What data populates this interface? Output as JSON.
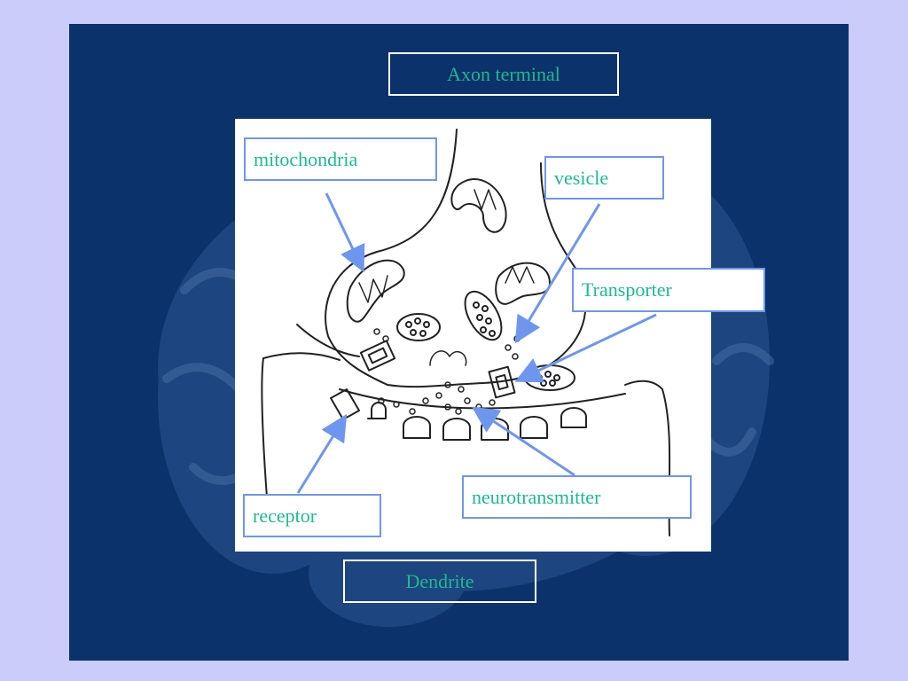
{
  "labels": {
    "axon_terminal": "Axon terminal",
    "dendrite": "Dendrite",
    "mitochondria": "mitochondria",
    "vesicle": "vesicle",
    "transporter": "Transporter",
    "neurotransmitter": "neurotransmitter",
    "receptor": "receptor"
  },
  "colors": {
    "page_background": "#ccccfa",
    "slide_background": "#0b326b",
    "label_text": "#1fb891",
    "callout_border": "#6e96ee",
    "arrow": "#6e96ee"
  }
}
